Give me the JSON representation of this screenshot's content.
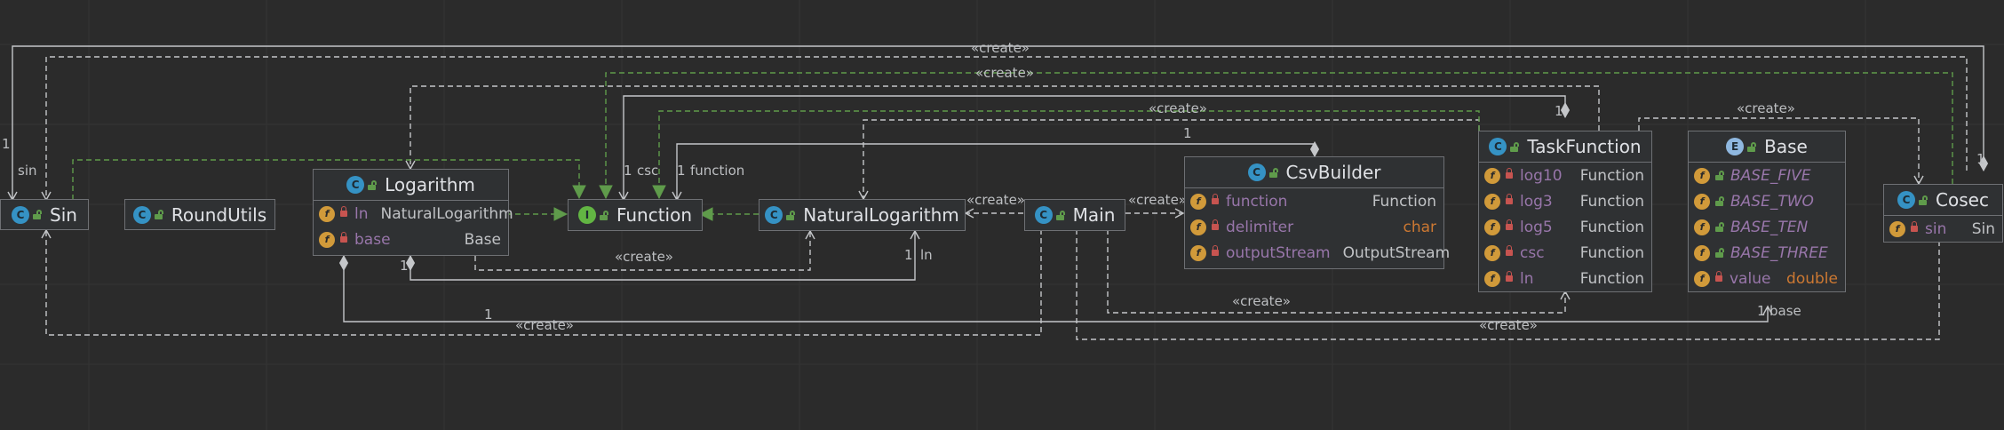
{
  "diagram": {
    "classes": {
      "sin": {
        "name": "Sin",
        "kind": "C"
      },
      "round_utils": {
        "name": "RoundUtils",
        "kind": "C"
      },
      "logarithm": {
        "name": "Logarithm",
        "kind": "C",
        "fields": [
          {
            "name": "ln",
            "type": "NaturalLogarithm"
          },
          {
            "name": "base",
            "type": "Base"
          }
        ]
      },
      "function": {
        "name": "Function",
        "kind": "I"
      },
      "natural_logarithm": {
        "name": "NaturalLogarithm",
        "kind": "C"
      },
      "main": {
        "name": "Main",
        "kind": "C"
      },
      "csv_builder": {
        "name": "CsvBuilder",
        "kind": "C",
        "fields": [
          {
            "name": "function",
            "type": "Function"
          },
          {
            "name": "delimiter",
            "type": "char"
          },
          {
            "name": "outputStream",
            "type": "OutputStream"
          }
        ]
      },
      "task_function": {
        "name": "TaskFunction",
        "kind": "C",
        "fields": [
          {
            "name": "log10",
            "type": "Function"
          },
          {
            "name": "log3",
            "type": "Function"
          },
          {
            "name": "log5",
            "type": "Function"
          },
          {
            "name": "csc",
            "type": "Function"
          },
          {
            "name": "ln",
            "type": "Function"
          }
        ]
      },
      "base": {
        "name": "Base",
        "kind": "E",
        "fields": [
          {
            "name": "BASE_FIVE",
            "type": ""
          },
          {
            "name": "BASE_TWO",
            "type": ""
          },
          {
            "name": "BASE_TEN",
            "type": ""
          },
          {
            "name": "BASE_THREE",
            "type": ""
          },
          {
            "name": "value",
            "type": "double"
          }
        ]
      },
      "cosec": {
        "name": "Cosec",
        "kind": "C",
        "fields": [
          {
            "name": "sin",
            "type": "Sin"
          }
        ]
      }
    },
    "labels": {
      "create": "«create»",
      "sin": "sin",
      "one": "1",
      "csc": "csc",
      "function": "function",
      "ln": "ln",
      "base": "base"
    },
    "colors": {
      "background": "#2b2b2b",
      "edge": "#c4c6c9",
      "realization": "#5f9b4b",
      "class_icon": "#3592c4",
      "interface_icon": "#62b543",
      "enum_icon": "#8fb8e0",
      "field_icon": "#d19a3a",
      "private_lock": "#c75450",
      "field_name": "#9876aa",
      "primitive_type": "#cc7832"
    }
  }
}
